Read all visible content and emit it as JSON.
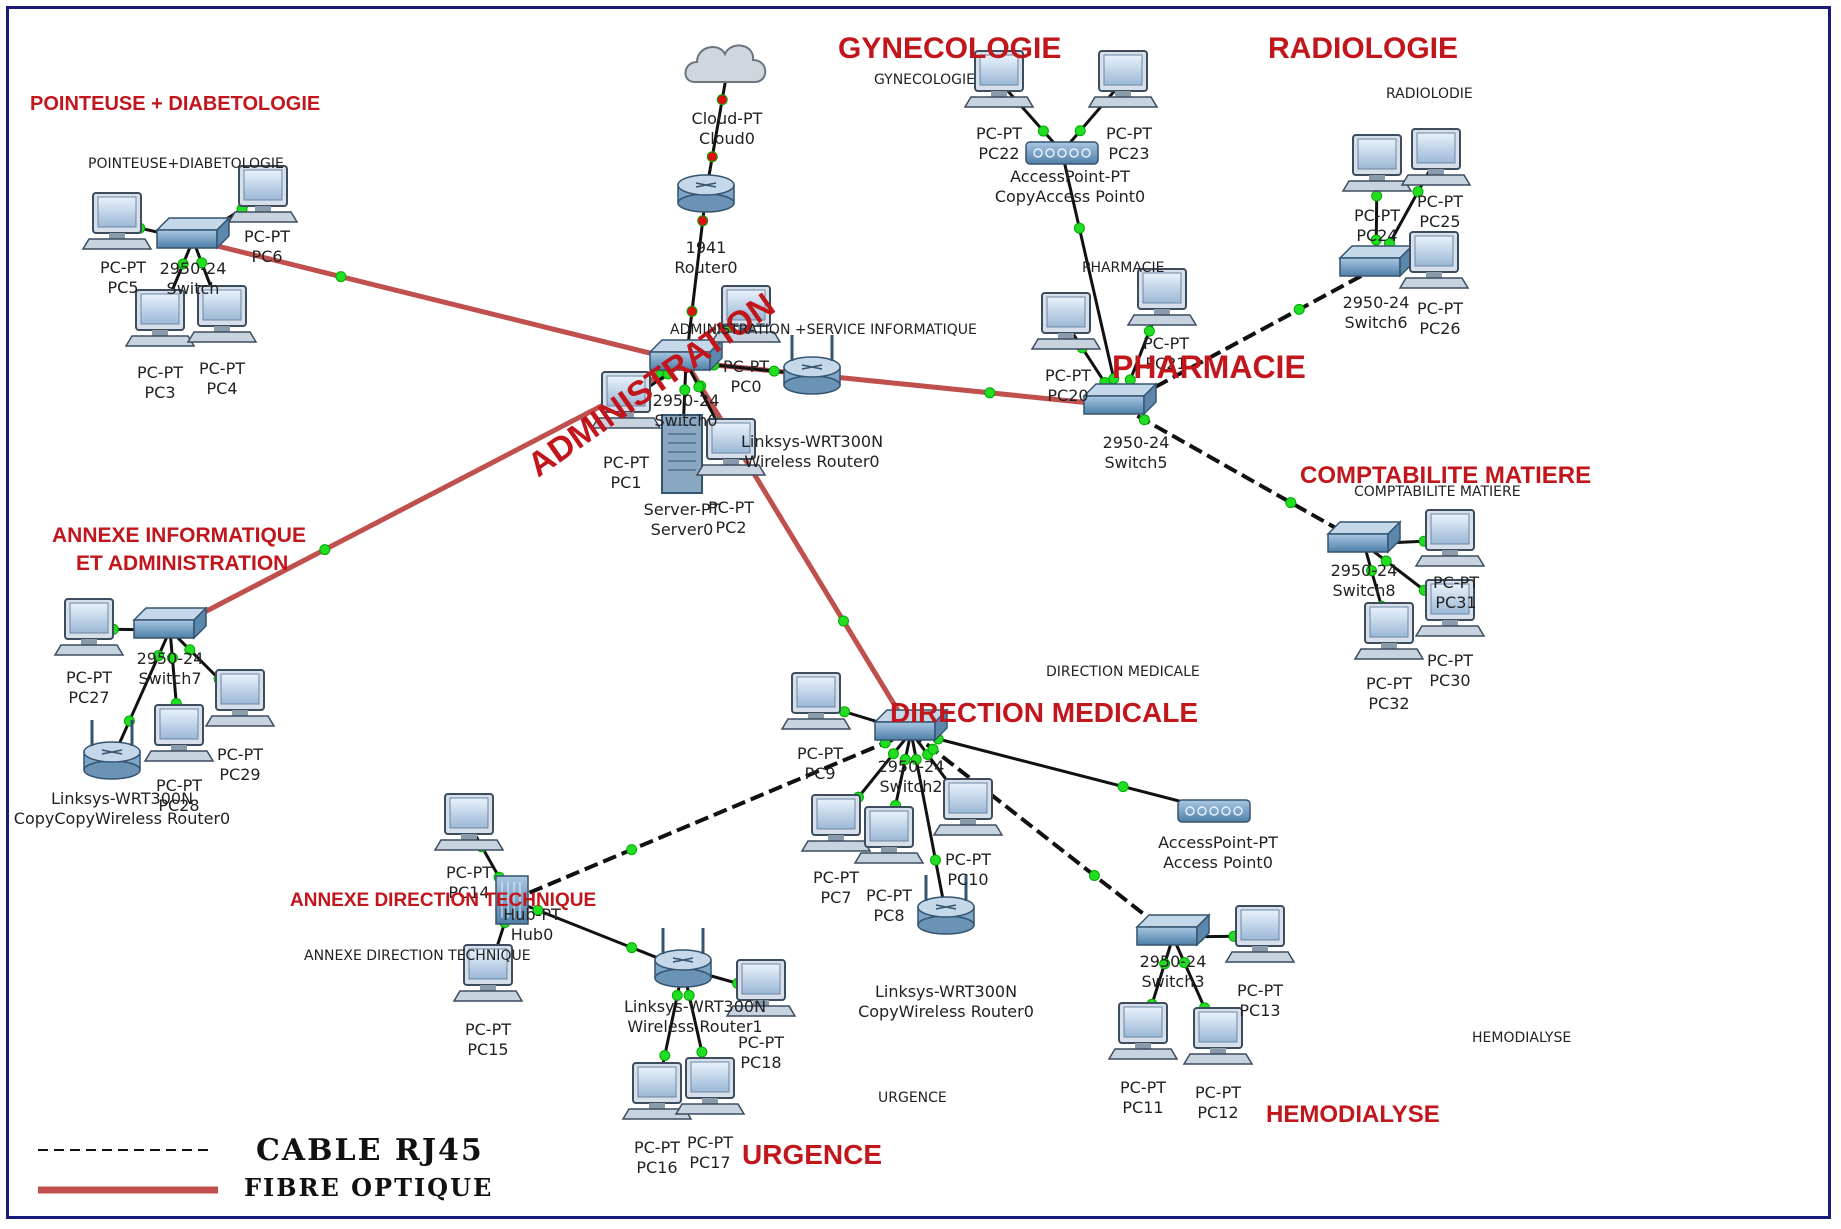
{
  "devices": {
    "cloud0": [
      "Cloud-PT",
      "Cloud0"
    ],
    "router0": [
      "1941",
      "Router0"
    ],
    "switch0": [
      "2950-24",
      "Switch0"
    ],
    "wrt_admin": [
      "Linksys-WRT300N",
      "Wireless Router0"
    ],
    "server0": [
      "Server-PT",
      "Server0"
    ],
    "pc0": [
      "PC-PT",
      "PC0"
    ],
    "pc1": [
      "PC-PT",
      "PC1"
    ],
    "pc2": [
      "PC-PT",
      "PC2"
    ],
    "switch_pointeuse": [
      "2950-24",
      "Switch"
    ],
    "pc3": [
      "PC-PT",
      "PC3"
    ],
    "pc4": [
      "PC-PT",
      "PC4"
    ],
    "pc5": [
      "PC-PT",
      "PC5"
    ],
    "pc6": [
      "PC-PT",
      "PC6"
    ],
    "switch7": [
      "2950-24",
      "Switch7"
    ],
    "pc27": [
      "PC-PT",
      "PC27"
    ],
    "pc28": [
      "PC-PT",
      "PC28"
    ],
    "pc29": [
      "PC-PT",
      "PC29"
    ],
    "wrt_annexe": [
      "Linksys-WRT300N",
      "CopyCopyWireless Router0"
    ],
    "switch2": [
      "2950-24",
      "Switch2"
    ],
    "pc7": [
      "PC-PT",
      "PC7"
    ],
    "pc8": [
      "PC-PT",
      "PC8"
    ],
    "pc9": [
      "PC-PT",
      "PC9"
    ],
    "pc10": [
      "PC-PT",
      "PC10"
    ],
    "wrt_dm": [
      "Linksys-WRT300N",
      "CopyWireless Router0"
    ],
    "ap0": [
      "AccessPoint-PT",
      "Access Point0"
    ],
    "hub0": [
      "Hub-PT",
      "Hub0"
    ],
    "pc14": [
      "PC-PT",
      "PC14"
    ],
    "pc15": [
      "PC-PT",
      "PC15"
    ],
    "wrt_urg": [
      "Linksys-WRT300N",
      "Wireless Router1"
    ],
    "pc16": [
      "PC-PT",
      "PC16"
    ],
    "pc17": [
      "PC-PT",
      "PC17"
    ],
    "pc18": [
      "PC-PT",
      "PC18"
    ],
    "switch3": [
      "2950-24",
      "Switch3"
    ],
    "pc11": [
      "PC-PT",
      "PC11"
    ],
    "pc12": [
      "PC-PT",
      "PC12"
    ],
    "pc13": [
      "PC-PT",
      "PC13"
    ],
    "switch5": [
      "2950-24",
      "Switch5"
    ],
    "pc20": [
      "PC-PT",
      "PC20"
    ],
    "pc21": [
      "PC-PT",
      "PC21"
    ],
    "ap_copy": [
      "AccessPoint-PT",
      "CopyAccess Point0"
    ],
    "pc22": [
      "PC-PT",
      "PC22"
    ],
    "pc23": [
      "PC-PT",
      "PC23"
    ],
    "switch6": [
      "2950-24",
      "Switch6"
    ],
    "pc24": [
      "PC-PT",
      "PC24"
    ],
    "pc25": [
      "PC-PT",
      "PC25"
    ],
    "pc26": [
      "PC-PT",
      "PC26"
    ],
    "switch8": [
      "2950-24",
      "Switch8"
    ],
    "pc30": [
      "PC-PT",
      "PC30"
    ],
    "pc31": [
      "PC-PT",
      "PC31"
    ],
    "pc32": [
      "PC-PT",
      "PC32"
    ]
  },
  "zones": {
    "administration": "ADMINISTRATION",
    "administration_sub": "ADMINISTRATION +SERVICE INFORMATIQUE",
    "pointeuse": "POINTEUSE + DIABETOLOGIE",
    "pointeuse_sub": "POINTEUSE+DIABETOLOGIE",
    "annexe_info_1": "ANNEXE INFORMATIQUE",
    "annexe_info_2": "ET ADMINISTRATION",
    "gynecologie": "GYNECOLOGIE",
    "gynecologie_sub": "GYNECOLOGIE",
    "radiologie": "RADIOLOGIE",
    "radiologie_sub": "RADIOLODIE",
    "pharmacie": "PHARMACIE",
    "pharmacie_sub": "PHARMACIE",
    "comptabilite": "COMPTABILITE MATIERE",
    "comptabilite_sub": "COMPTABILITE MATIERE",
    "direction_medicale": "DIRECTION MEDICALE",
    "direction_medicale_sub": "DIRECTION MEDICALE",
    "annexe_dt": "ANNEXE DIRECTION TECHNIQUE",
    "annexe_dt_sub": "ANNEXE DIRECTION TECHNIQUE",
    "urgence": "URGENCE",
    "urgence_sub": "URGENCE",
    "hemodialyse": "HEMODIALYSE",
    "hemodialyse_sub": "HEMODIALYSE"
  },
  "legend": {
    "rj45": "CABLE RJ45",
    "fibre": "FIBRE OPTIQUE"
  },
  "colors": {
    "fibre": "#c0504d",
    "zone": "#c0161c",
    "link_dot": "#22dd22",
    "link_dot_red": "#dd1111"
  }
}
